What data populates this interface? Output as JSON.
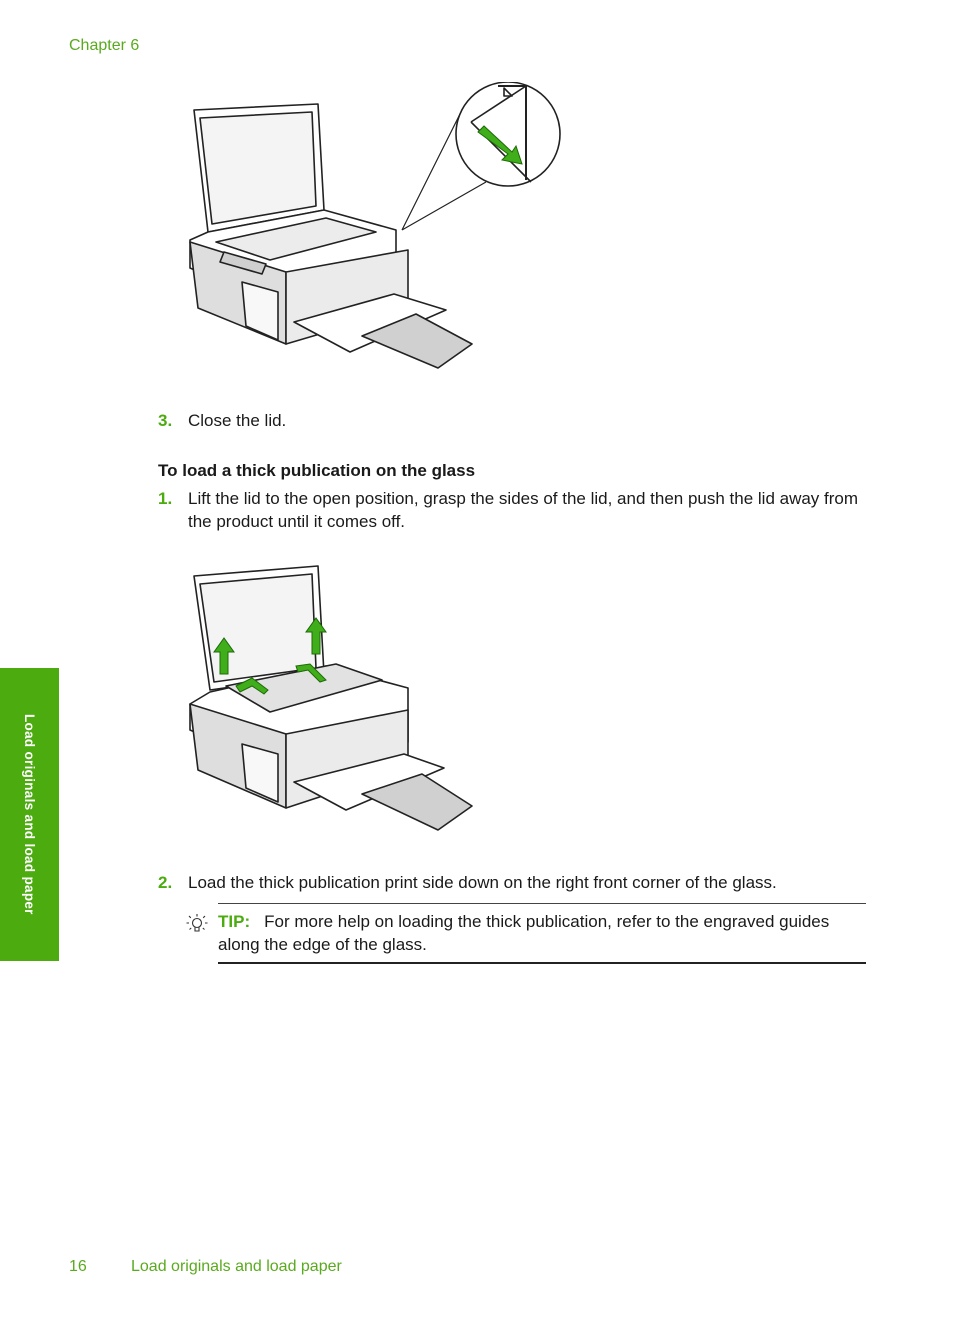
{
  "header": {
    "chapter": "Chapter 6"
  },
  "side_tab": {
    "label": "Load originals and load paper"
  },
  "steps_top": [
    {
      "number": "3.",
      "text": "Close the lid."
    }
  ],
  "section": {
    "heading": "To load a thick publication on the glass",
    "steps": [
      {
        "number": "1.",
        "text": "Lift the lid to the open position, grasp the sides of the lid, and then push the lid away from the product until it comes off."
      },
      {
        "number": "2.",
        "text": "Load the thick publication print side down on the right front corner of the glass."
      }
    ]
  },
  "tip": {
    "label": "TIP:",
    "text": "For more help on loading the thick publication, refer to the engraved guides along the edge of the glass.",
    "icon": "lightbulb-icon"
  },
  "footer": {
    "page_number": "16",
    "title": "Load originals and load paper"
  },
  "colors": {
    "accent": "#4bab0f",
    "arrow": "#3fae1a"
  }
}
